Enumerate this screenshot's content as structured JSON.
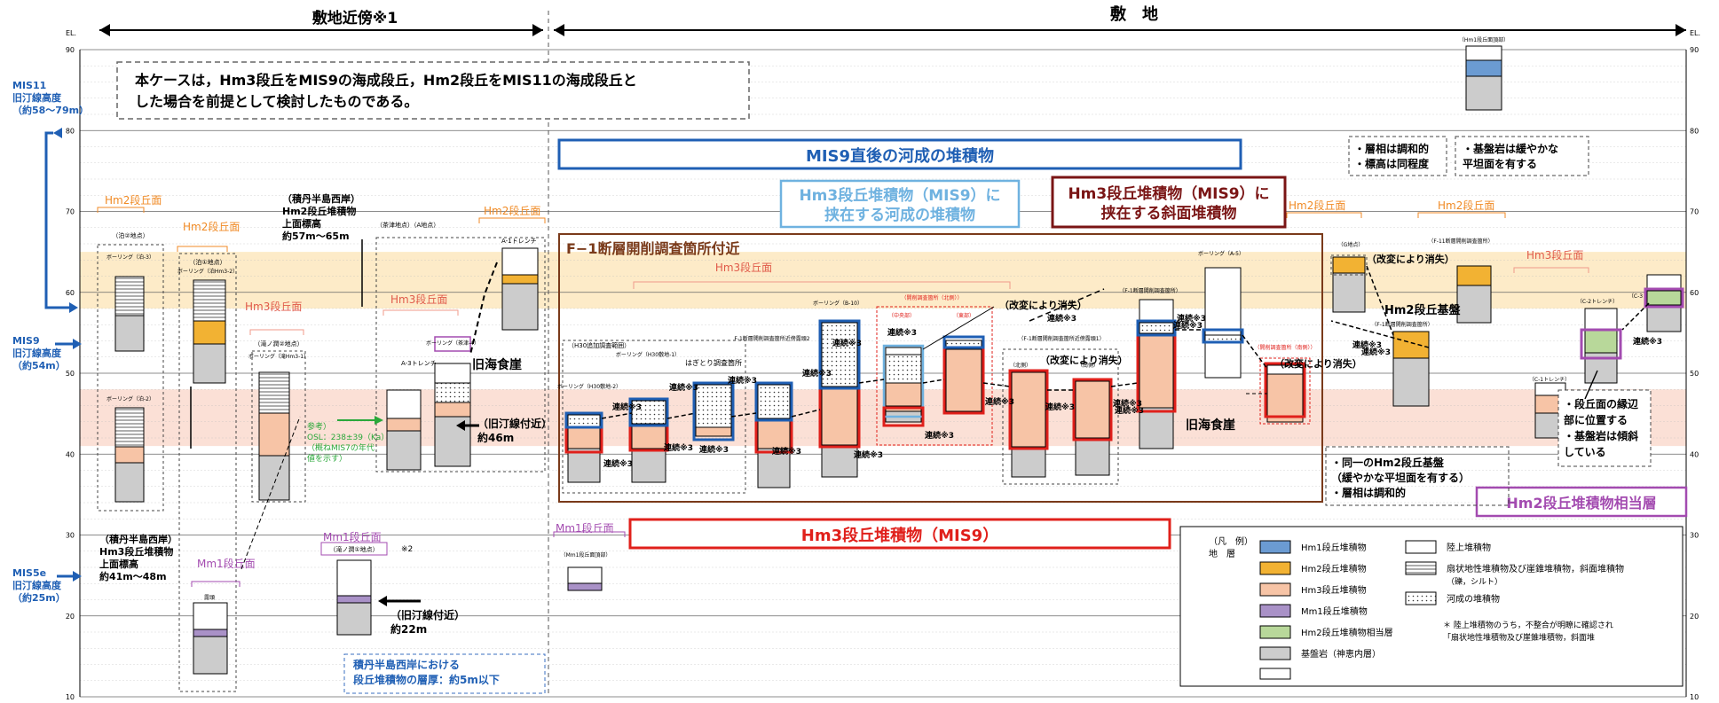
{
  "regions": {
    "left": "敷地近傍※1",
    "right": "敷　地"
  },
  "axis": {
    "unit": "EL.",
    "ticks": [
      10,
      20,
      30,
      40,
      50,
      60,
      70,
      80,
      90
    ]
  },
  "mis_labels": {
    "mis11": [
      "MIS11",
      "旧汀線高度",
      "（約58～79m）"
    ],
    "mis9": [
      "MIS9",
      "旧汀線高度",
      "（約54m）"
    ],
    "mis5e": [
      "MIS5e",
      "旧汀線高度",
      "（約25m）"
    ]
  },
  "case_note": [
    "本ケースは，Hm3段丘をMIS9の海成段丘，Hm2段丘をMIS11の海成段丘と",
    "した場合を前提として検討したものである。"
  ],
  "banners": {
    "mis9_river": "MIS9直後の河成の堆積物",
    "hm3_river": [
      "Hm3段丘堆積物（MIS9）に",
      "挟在する河成の堆積物"
    ],
    "hm3_slope": [
      "Hm3段丘堆積物（MIS9）に",
      "挟在する斜面堆積物"
    ],
    "f1_title": "F−1断層開削調査箇所付近",
    "hm3_mis9": "Hm3段丘堆積物（MIS9）",
    "hm2_equiv": "Hm2段丘堆積物相当層"
  },
  "terrace_labels": {
    "hm2": "Hm2段丘面",
    "hm3": "Hm3段丘面",
    "mm1": "Mm1段丘面",
    "hm1": "（Hm1段丘面頂部）"
  },
  "site_notes": {
    "sekitan_hm2": [
      "（積丹半島西岸）",
      "Hm2段丘堆積物",
      "上面標高",
      "約57m～65m"
    ],
    "sekitan_hm3": [
      "（積丹半島西岸）",
      "Hm3段丘堆積物",
      "上面標高",
      "約41m～48m"
    ],
    "sankou": [
      "参考）",
      "OSL：238±39（Ka）",
      "（概ねMIS7の年代",
      "値を示す）"
    ],
    "old_shore_46": [
      "（旧汀線付近）",
      "約46m"
    ],
    "old_shore_22": [
      "（旧汀線付近）",
      "約22m"
    ],
    "old_restaurant": "旧海食崖",
    "thickness": [
      "積丹半島西岸における",
      "段丘堆積物の層厚：約5m以下"
    ],
    "kaihen1": "（改変により消失）",
    "kaihen2": "（改変により消失）",
    "kaihen3": "（改変により消失）",
    "kaihen4": "（改変により消失）",
    "facies": [
      "・層相は調和的",
      "・標高は同程度"
    ],
    "bedrock_flat": [
      "・基盤岩は緩やかな",
      "平坦面を有する"
    ],
    "same_base": [
      "・同一のHm2段丘基盤",
      "（緩やかな平坦面を有する）",
      "・層相は調和的"
    ],
    "edge": [
      "・段丘面の縁辺",
      "部に位置する",
      "・基盤岩は傾斜",
      "している"
    ],
    "hm2_base": "Hm2段丘基盤",
    "note2": "※2"
  },
  "continuity": "連続※3",
  "site_labels": {
    "tomari2": "（泊②地点）",
    "boring_tomari3": "ボーリング（泊-3）",
    "boring_tomari2": "ボーリング（泊-2）",
    "tomari1": "（泊①地点）",
    "boring_tomari1": "ボーリング（泊Hm3-2）",
    "taki2": "（滝ノ潤②地点）",
    "boring_taki": "ボーリング（滝Hm3-1）",
    "chaen": "（茶津地点）（A地点）",
    "a3": "A-3トレンチ",
    "a1": "A-1トレンチ",
    "boring_chaen": "ボーリング（茶津-4）",
    "taki1": "（滝ノ潤①地点）",
    "rokuto": "露頭",
    "h30": "（H30追加調査範囲）",
    "boring_h30_1": "ボーリング（H30敷地-1）",
    "boring_h30_2": "ボーリング（H30敷地-2）",
    "hagitori": "はぎとり調査箇所",
    "f1_near2": "F-1断層開削調査箇所近傍露頭2",
    "boring_b10": "ボーリング（B-10）",
    "f1_north": "（開削調査箇所（北側））",
    "central": "（中央部）",
    "east": "（東部）",
    "f1_near1": "（F-1断層開削調査箇所近傍露頭1）",
    "north": "（北側）",
    "south": "（南側）",
    "f1_site": "（F-1断層開削調査箇所）",
    "boring_a5": "ボーリング（A-5）",
    "f1_south": "（開削調査箇所（南側））",
    "g_point": "（G地点）",
    "f11": "（F-11断層開削調査箇所）",
    "c3": "（C-3トレンチ）",
    "c2": "（C-2トレンチ）",
    "c1": "（C-1トレンチ）",
    "f1_site2": "（F-1断層開削調査箇所）",
    "mm1_site": "（Mm1段丘面頂部）"
  },
  "legend": {
    "title": [
      "（凡　例）",
      "地　層"
    ],
    "items": [
      {
        "label": "Hm1段丘堆積物",
        "color": "#6b9bd2"
      },
      {
        "label": "Hm2段丘堆積物",
        "color": "#f2b233"
      },
      {
        "label": "Hm3段丘堆積物",
        "color": "#f7c4a6"
      },
      {
        "label": "Mm1段丘堆積物",
        "color": "#a991c7"
      },
      {
        "label": "Hm2段丘堆積物相当層",
        "color": "#b8d89a"
      },
      {
        "label": "基盤岩（神恵内層）",
        "color": "#cccccc"
      }
    ],
    "items_right": [
      "陸上堆積物",
      "扇状地性堆積物及び崖錐堆積物，斜面堆積物",
      "（礫，シルト）",
      "河成の堆積物"
    ],
    "footnote": [
      "＊ 陸上堆積物のうち，不整合が明瞭に確認され",
      "「扇状地性堆積物及び崖錐堆積物，斜面堆"
    ]
  },
  "colors": {
    "hm1": "#6b9bd2",
    "hm2": "#f2b233",
    "hm3": "#f7c4a6",
    "mm1": "#a991c7",
    "hm2eq": "#b8d89a",
    "base": "#cccccc",
    "red": "#e0201b",
    "blue": "#1f5fb4",
    "lightblue": "#6fb2e0",
    "brown": "#7a3a1a",
    "purple": "#a34bb0",
    "orange": "#f08a24",
    "pink": "#f09a8a"
  }
}
